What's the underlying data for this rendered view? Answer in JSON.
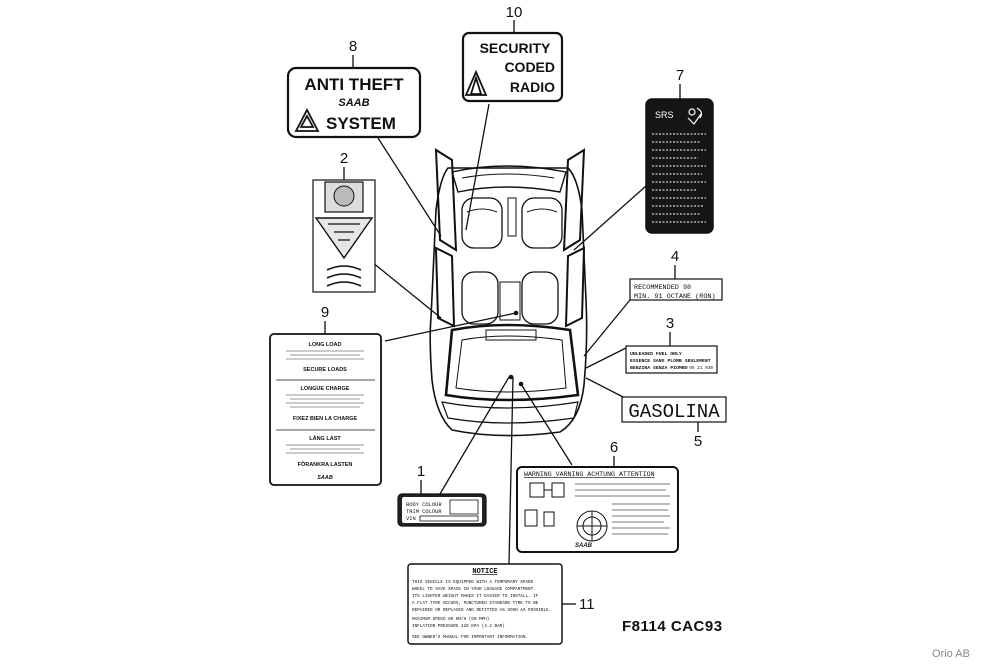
{
  "callouts": {
    "n1": "1",
    "n2": "2",
    "n3": "3",
    "n4": "4",
    "n5": "5",
    "n6": "6",
    "n7": "7",
    "n8": "8",
    "n9": "9",
    "n10": "10",
    "n11": "11"
  },
  "labels": {
    "anti_theft": {
      "line1": "ANTI THEFT",
      "brand": "SAAB",
      "line2": "SYSTEM"
    },
    "security_radio": {
      "line1": "SECURITY",
      "line2": "CODED",
      "line3": "RADIO"
    },
    "srs": {
      "title": "SRS"
    },
    "octane": {
      "line1": "RECOMMENDED 98",
      "line2": "MIN. 91 OCTANE (RON)"
    },
    "unleaded": {
      "line1": "UNLEADED FUEL ONLY",
      "line2": "ESSENCE SANS PLOMB SEULEMENT",
      "line3": "BENZINA SENZA PIOMBO",
      "code": "95 21 030"
    },
    "gasolina": {
      "text": "GASOLINA"
    },
    "load": {
      "s1": "LONG LOAD",
      "s2": "SECURE LOADS",
      "s3": "LONGUE CHARGE",
      "s4": "FIXEZ BIEN LA CHARGE",
      "s5": "LÅNG LAST",
      "s6": "FÖRANKRA LASTEN",
      "brand": "SAAB"
    },
    "paint": {
      "body": "BODY COLOUR",
      "trim": "TRIM COLOUR",
      "vin": "VIN"
    },
    "warning": {
      "header": "WARNING   VARNING   ACHTUNG   ATTENTION",
      "brand": "SAAB"
    },
    "notice": {
      "title": "NOTICE",
      "line1": "THIS VEHICLE IS EQUIPPED WITH A TEMPORARY SPARE",
      "line2": "WHEEL TO SAVE SPACE IN YOUR LUGGAGE COMPARTMENT.",
      "line3": "ITS LIGHTER WEIGHT MAKES IT EASIER TO INSTALL. IF",
      "line4": "A FLAT TYRE OCCURS, PUNCTURED STANDARD TYRE TO BE",
      "line5": "REPAIRED OR REPLACED AND REFITTED AS SOON AS POSSIBLE.",
      "line6": "MAXIMUM SPEED 80 KM/H (50 MPH)",
      "line7": "INFLATION PRESSURE 420 KPA (4.2 BAR)",
      "line8": "SEE OWNER'S MANUAL FOR IMPORTANT INFORMATION."
    }
  },
  "footer": {
    "code": "F8114 CAC93",
    "credit": "Orio AB"
  }
}
